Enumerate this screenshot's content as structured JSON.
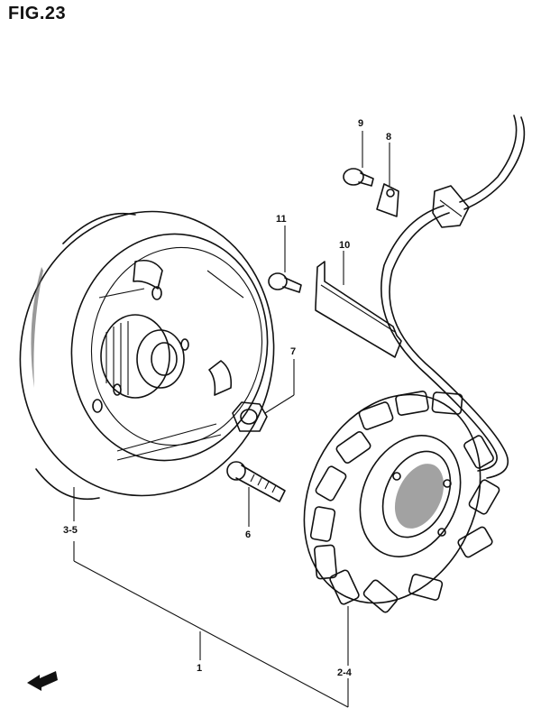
{
  "figure": {
    "title": "FIG.23"
  },
  "callouts": {
    "p1": "1",
    "p2_4": "2-4",
    "p3_5": "3-5",
    "p6": "6",
    "p7": "7",
    "p8": "8",
    "p9": "9",
    "p10": "10",
    "p11": "11"
  }
}
